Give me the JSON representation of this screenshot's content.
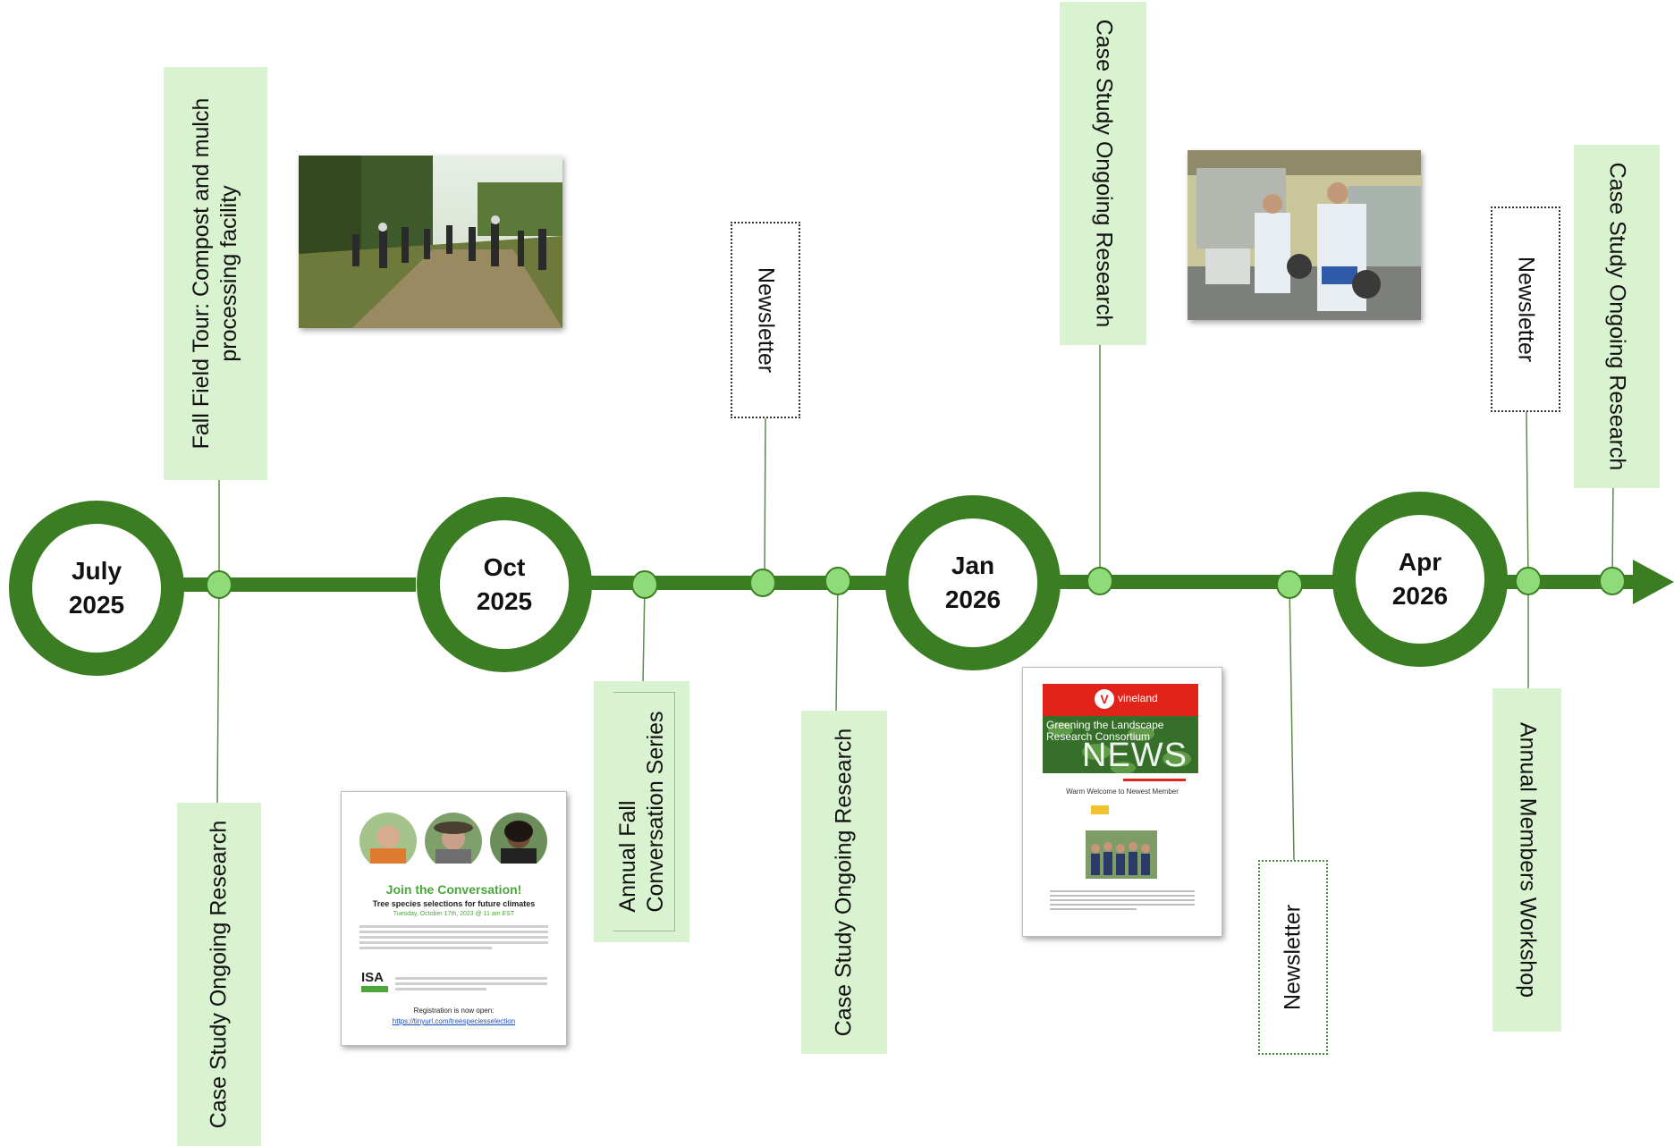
{
  "milestones": [
    {
      "month": "July",
      "year": "2025"
    },
    {
      "month": "Oct",
      "year": "2025"
    },
    {
      "month": "Jan",
      "year": "2026"
    },
    {
      "month": "Apr",
      "year": "2026"
    }
  ],
  "events": {
    "fall_field_tour": {
      "line1": "Fall Field Tour: Compost and mulch",
      "line2": "processing facility"
    },
    "case_study_1": "Case Study Ongoing Research",
    "annual_fall": {
      "line1": "Annual Fall",
      "line2": "Conversation Series"
    },
    "newsletter_1": "Newsletter",
    "case_study_2": "Case Study Ongoing Research",
    "case_study_3": "Case Study Ongoing Research",
    "newsletter_2": "Newsletter",
    "newsletter_3": "Newsletter",
    "annual_members": "Annual Members Workshop",
    "case_study_4": "Case Study Ongoing Research"
  },
  "poster_conversation": {
    "heading": "Join the Conversation!",
    "subheading": "Tree species selections for future climates",
    "date_line": "Tuesday, October 17th, 2023 @ 11 am EST",
    "logo_text": "ISA",
    "registration": "Registration is now open:",
    "link": "https://tinyurl.com/treespeciesselection"
  },
  "newsletter_cover": {
    "brand": "vineland",
    "title_line1": "Greening the Landscape",
    "title_line2": "Research Consortium",
    "news": "NEWS",
    "welcome": "Warm Welcome to Newest Member"
  },
  "colors": {
    "timeline": "#3b7d22",
    "node": "#8fdb7a",
    "label_fill": "#d9f2d0",
    "newsletter_red": "#e2231a",
    "poster_green": "#4aa83a",
    "link_blue": "#1f4fb8"
  }
}
